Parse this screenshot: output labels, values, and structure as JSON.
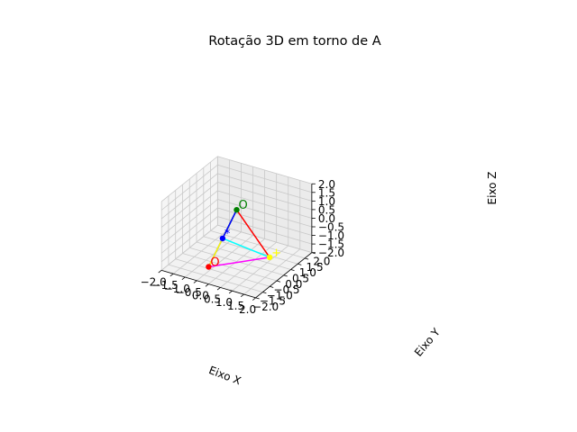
{
  "chart_data": {
    "type": "scatter",
    "title": "Rotação 3D em torno de A",
    "xlabel": "Eixo X",
    "ylabel": "Eixo Y",
    "zlabel": "Eixo Z",
    "xlim": [
      -2,
      2
    ],
    "ylim": [
      -2,
      2
    ],
    "zlim": [
      -2,
      2
    ],
    "grid": true,
    "xticks": [
      "−2.0",
      "−1.5",
      "−1.0",
      "−0.5",
      "0.0",
      "0.5",
      "1.0",
      "1.5",
      "2.0"
    ],
    "yticks": [
      "−2.0",
      "−1.5",
      "−1.0",
      "−0.5",
      "0.0",
      "0.5",
      "1.0",
      "1.5",
      "2.0"
    ],
    "zticks": [
      "−2.0",
      "−1.5",
      "−1.0",
      "−0.5",
      "0.0",
      "0.5",
      "1.0",
      "1.5",
      "2.0"
    ],
    "points": [
      {
        "label": "O",
        "x": 0.0,
        "y": 0.0,
        "z": 1.0,
        "color": "#008000"
      },
      {
        "label": "*",
        "x": 0.0,
        "y": -1.0,
        "z": 0.0,
        "color": "#0000ff"
      },
      {
        "label": "O",
        "x": 0.0,
        "y": -2.0,
        "z": -1.0,
        "color": "#ff0000"
      },
      {
        "label": "+",
        "x": 1.4,
        "y": 0.0,
        "z": -1.2,
        "color": "#ffff00"
      }
    ],
    "segments": [
      {
        "from": 0,
        "to": 1,
        "color": "#008000"
      },
      {
        "from": 0,
        "to": 2,
        "color": "#0000ff"
      },
      {
        "from": 0,
        "to": 3,
        "color": "#ff0000"
      },
      {
        "from": 1,
        "to": 2,
        "color": "#ffff00"
      },
      {
        "from": 1,
        "to": 3,
        "color": "#00ffff"
      },
      {
        "from": 2,
        "to": 3,
        "color": "#ff00ff"
      }
    ]
  }
}
